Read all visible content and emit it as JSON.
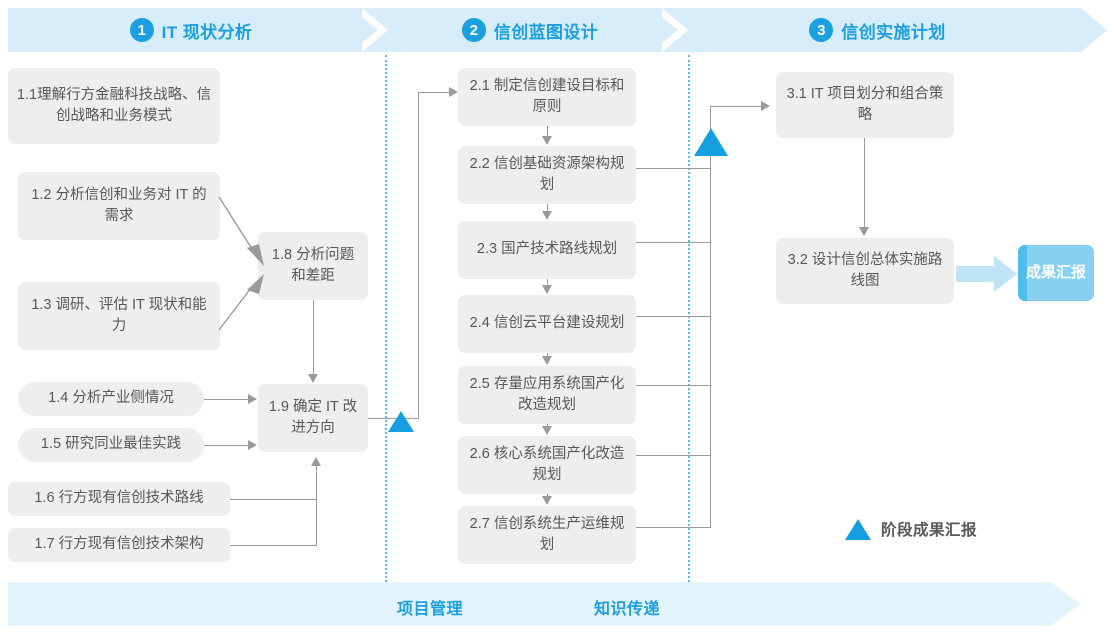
{
  "header": {
    "stages": [
      {
        "num": "1",
        "label": "IT 现状分析"
      },
      {
        "num": "2",
        "label": "信创蓝图设计"
      },
      {
        "num": "3",
        "label": "信创实施计划"
      }
    ]
  },
  "phase1": {
    "items": [
      {
        "id": "1.1",
        "text": "1.1理解行方金融科技战略、信创战略和业务模式"
      },
      {
        "id": "1.2",
        "text": "1.2 分析信创和业务对 IT 的需求"
      },
      {
        "id": "1.3",
        "text": "1.3 调研、评估 IT 现状和能力"
      },
      {
        "id": "1.4",
        "text": "1.4 分析产业侧情况"
      },
      {
        "id": "1.5",
        "text": "1.5 研究同业最佳实践"
      },
      {
        "id": "1.6",
        "text": "1.6 行方现有信创技术路线"
      },
      {
        "id": "1.7",
        "text": "1.7 行方现有信创技术架构"
      },
      {
        "id": "1.8",
        "text": "1.8 分析问题和差距"
      },
      {
        "id": "1.9",
        "text": "1.9 确定 IT 改进方向"
      }
    ]
  },
  "phase2": {
    "items": [
      {
        "id": "2.1",
        "text": "2.1 制定信创建设目标和原则"
      },
      {
        "id": "2.2",
        "text": "2.2 信创基础资源架构规划"
      },
      {
        "id": "2.3",
        "text": "2.3 国产技术路线规划"
      },
      {
        "id": "2.4",
        "text": "2.4 信创云平台建设规划"
      },
      {
        "id": "2.5",
        "text": "2.5 存量应用系统国产化改造规划"
      },
      {
        "id": "2.6",
        "text": "2.6 核心系统国产化改造规划"
      },
      {
        "id": "2.7",
        "text": "2.7 信创系统生产运维规划"
      }
    ]
  },
  "phase3": {
    "items": [
      {
        "id": "3.1",
        "text": "3.1 IT 项目划分和组合策略"
      },
      {
        "id": "3.2",
        "text": "3.2 设计信创总体实施路线图"
      }
    ],
    "result": "成果汇报"
  },
  "legend": {
    "label": "阶段成果汇报"
  },
  "footer": {
    "labels": [
      "项目管理",
      "知识传递"
    ]
  },
  "colors": {
    "accent": "#1b9fe0",
    "band": "#d7edfb",
    "footband": "#e4f4fc",
    "box": "#eeeeee",
    "box_text": "#575757",
    "connector": "#9a9a9a",
    "result_fill": "#86d0f0",
    "result_edge": "#4fbdea",
    "triangle": "#159fe0",
    "divider": "#56bfe8"
  }
}
